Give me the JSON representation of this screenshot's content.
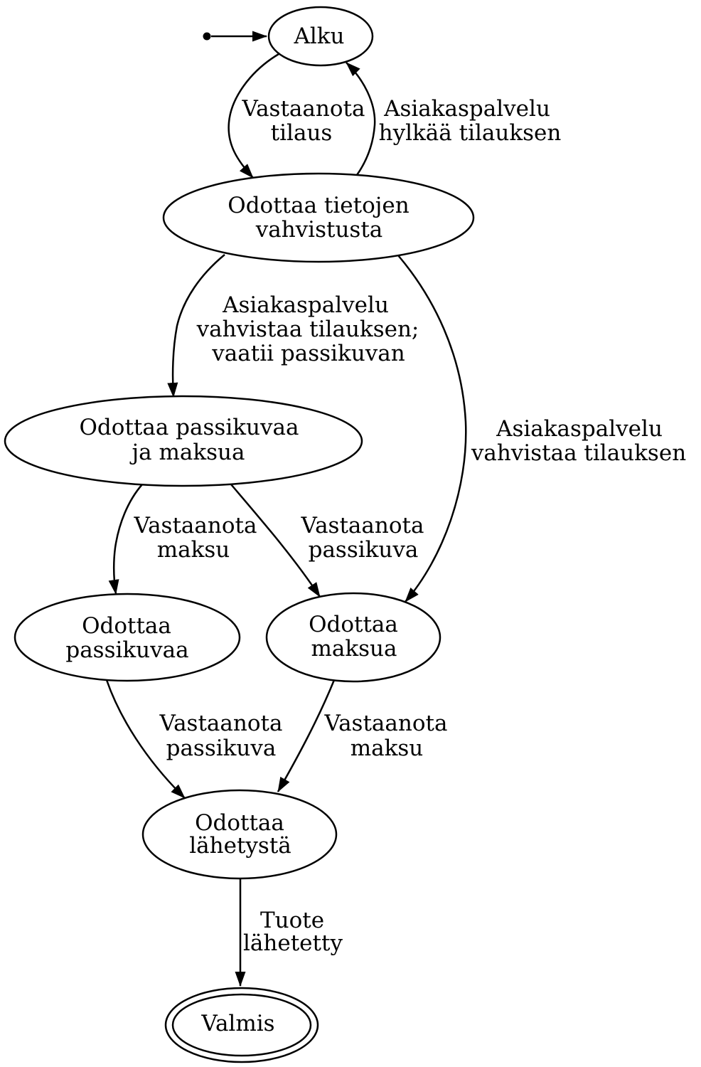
{
  "diagram": {
    "title": "Order state machine (Finnish)",
    "background_color": "#ffffff",
    "stroke_color": "#000000",
    "states": {
      "alku": {
        "label": "Alku"
      },
      "odottaa_tietojen_vahvistusta": {
        "line1": "Odottaa tietojen",
        "line2": "vahvistusta"
      },
      "odottaa_passikuvaa_ja_maksua": {
        "line1": "Odottaa passikuvaa",
        "line2": "ja maksua"
      },
      "odottaa_passikuvaa": {
        "line1": "Odottaa",
        "line2": "passikuvaa"
      },
      "odottaa_maksua": {
        "line1": "Odottaa",
        "line2": "maksua"
      },
      "odottaa_lahetysta": {
        "line1": "Odottaa",
        "line2": "lähetystä"
      },
      "valmis": {
        "label": "Valmis"
      }
    },
    "transitions": {
      "vastaanota_tilaus": {
        "line1": "Vastaanota",
        "line2": "tilaus"
      },
      "asiakaspalvelu_hylkaa_tilauksen": {
        "line1": "Asiakaspalvelu",
        "line2": "hylkää tilauksen"
      },
      "asiakaspalvelu_vahvistaa_vaatii_passikuvan": {
        "line1": "Asiakaspalvelu",
        "line2": "vahvistaa tilauksen;",
        "line3": "vaatii passikuvan"
      },
      "asiakaspalvelu_vahvistaa_tilauksen": {
        "line1": "Asiakaspalvelu",
        "line2": "vahvistaa tilauksen"
      },
      "vastaanota_maksu_upper": {
        "line1": "Vastaanota",
        "line2": "maksu"
      },
      "vastaanota_passikuva_upper": {
        "line1": "Vastaanota",
        "line2": "passikuva"
      },
      "vastaanota_passikuva_lower": {
        "line1": "Vastaanota",
        "line2": "passikuva"
      },
      "vastaanota_maksu_lower": {
        "line1": "Vastaanota",
        "line2": "maksu"
      },
      "tuote_lahetetty": {
        "line1": "Tuote",
        "line2": "lähetetty"
      }
    }
  }
}
